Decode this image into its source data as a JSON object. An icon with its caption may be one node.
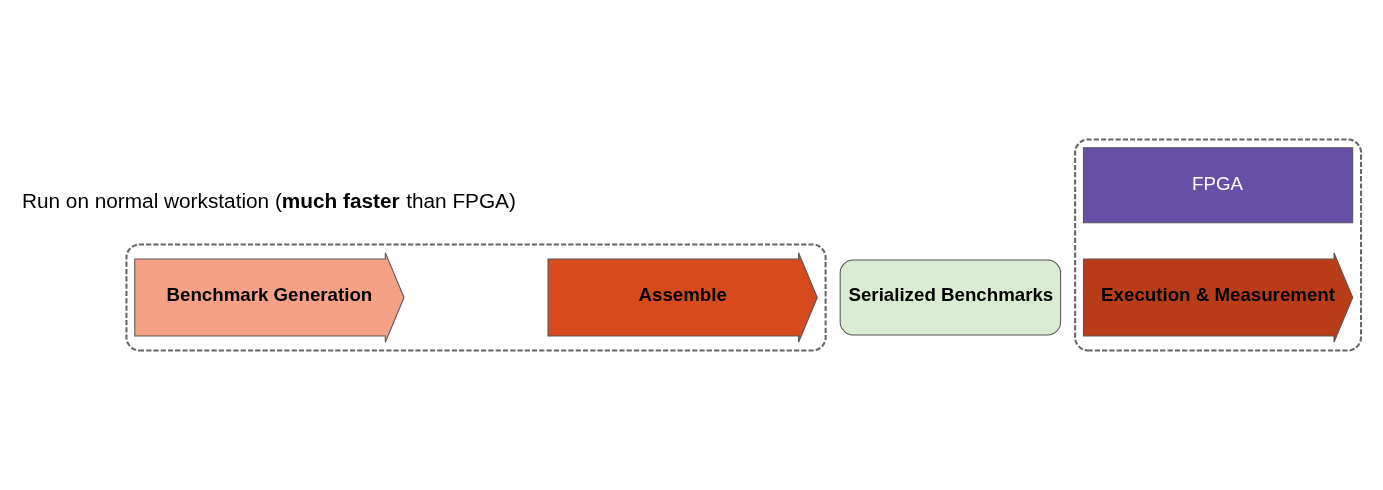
{
  "diagram": {
    "nodes": [
      {
        "text": [],
        "shape": "box"
      },
      {
        "text": [
          "Benchmark Generation"
        ],
        "in": 0
      },
      {
        "text": [
          "Assemble"
        ],
        "in": 0
      },
      {
        "text": [
          "Serialized Benchmarks"
        ]
      },
      {
        "text": [],
        "shape": "box"
      },
      {
        "text": [
          "Execution & Measurement"
        ],
        "in": 4
      },
      {
        "text": [
          "FPGA"
        ],
        "in": 4
      }
    ],
    "labels": [
      "Run on normal workstation (**much faster** than FPGA)"
    ]
  }
}
